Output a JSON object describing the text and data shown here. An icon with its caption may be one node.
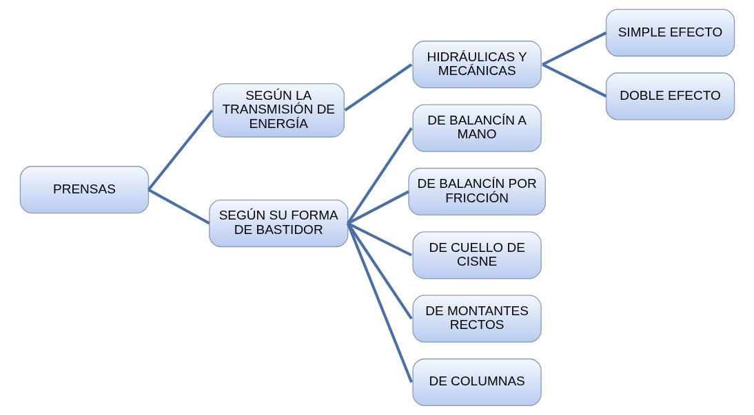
{
  "diagram": {
    "nodes": [
      {
        "text": [
          "PRENSAS"
        ]
      },
      {
        "text": [
          "SEGÚN LA TRANSMISIÓN DE ENERGÍA"
        ]
      },
      {
        "text": [
          "HIDRÁULICAS Y MECÁNICAS"
        ]
      },
      {
        "text": [
          "SIMPLE EFECTO"
        ]
      },
      {
        "text": [
          "DOBLE EFECTO"
        ]
      },
      {
        "text": [
          "SEGÚN SU FORMA DE BASTIDOR"
        ]
      },
      {
        "text": [
          "DE BALANCÍN A MANO"
        ]
      },
      {
        "text": [
          "DE BALANCÍN POR FRICCIÓN"
        ]
      },
      {
        "text": [
          "DE CUELLO DE CISNE"
        ]
      },
      {
        "text": [
          "DE MONTANTES RECTOS"
        ]
      },
      {
        "text": [
          "DE COLUMNAS"
        ]
      }
    ],
    "edges": [
      {
        "from": 0,
        "to": 1,
        "arrow": "none"
      },
      {
        "from": 0,
        "to": 5,
        "arrow": "none"
      },
      {
        "from": 1,
        "to": 2,
        "arrow": "none"
      },
      {
        "from": 2,
        "to": 3,
        "arrow": "none"
      },
      {
        "from": 2,
        "to": 4,
        "arrow": "none"
      },
      {
        "from": 5,
        "to": 6,
        "arrow": "none"
      },
      {
        "from": 5,
        "to": 7,
        "arrow": "none"
      },
      {
        "from": 5,
        "to": 8,
        "arrow": "none"
      },
      {
        "from": 5,
        "to": 9,
        "arrow": "none"
      },
      {
        "from": 5,
        "to": 10,
        "arrow": "none"
      }
    ]
  }
}
